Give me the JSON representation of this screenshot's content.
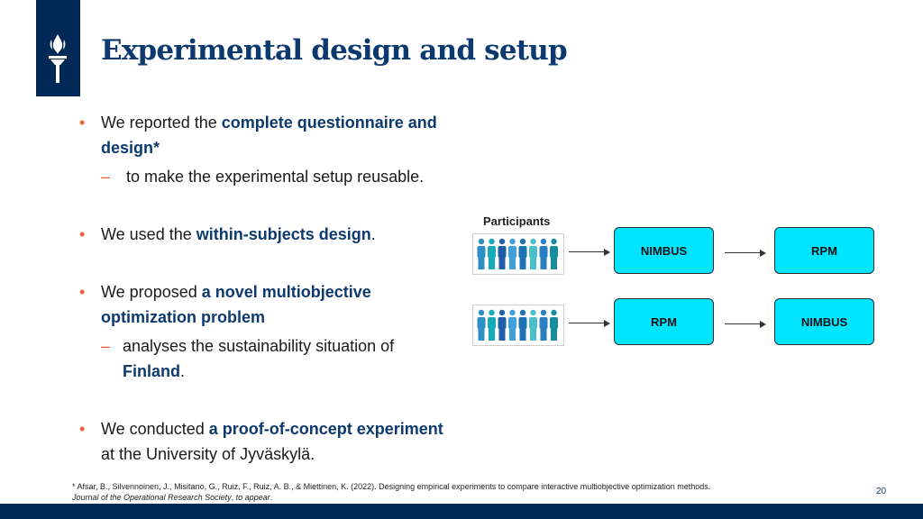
{
  "slide": {
    "title": "Experimental design and setup",
    "page_number": "20"
  },
  "bullets": [
    {
      "line1_pre": "We reported the ",
      "line1_em": "complete questionnaire and",
      "line2_em": "design*",
      "sub": "to make the experimental setup reusable."
    },
    {
      "pre": "We used the ",
      "em": "within-subjects design",
      "post": "."
    },
    {
      "line1_pre": "We proposed ",
      "line1_em": "a novel multiobjective",
      "line2_em": "optimization problem",
      "sub_line1": "analyses the sustainability situation of",
      "sub_line2_em": "Finland",
      "sub_line2_post": "."
    },
    {
      "line1_pre": "We conducted ",
      "line1_em": "a proof-of-concept experiment",
      "line2": "at the University of Jyväskylä."
    }
  ],
  "bullet_marker": "•",
  "sub_marker": "–",
  "diagram": {
    "participants_label": "Participants",
    "rows": [
      {
        "first": "NIMBUS",
        "second": "RPM"
      },
      {
        "first": "RPM",
        "second": "NIMBUS"
      }
    ],
    "person_colors": [
      "#2e8fc4",
      "#17aab8",
      "#1f5ea8",
      "#3fa0dc",
      "#1c74b6",
      "#4cc0c8",
      "#2a7fc0",
      "#178e9e"
    ]
  },
  "footnote": {
    "line1": "* Afsar, B., Silvennoinen, J., Misitano, G., Ruiz, F., Ruiz, A. B., & Miettinen, K. (2022). Designing empirical experiments to compare interactive multiobjective optimization methods.",
    "journal": "Journal of the Operational Research Society",
    "journal_post": ", ",
    "appear": "to appear",
    "end": "."
  },
  "colors": {
    "brand_navy": "#002957",
    "title": "#0d3a6e",
    "bullet_accent": "#e8623c",
    "method_box": "#00e5ff"
  }
}
